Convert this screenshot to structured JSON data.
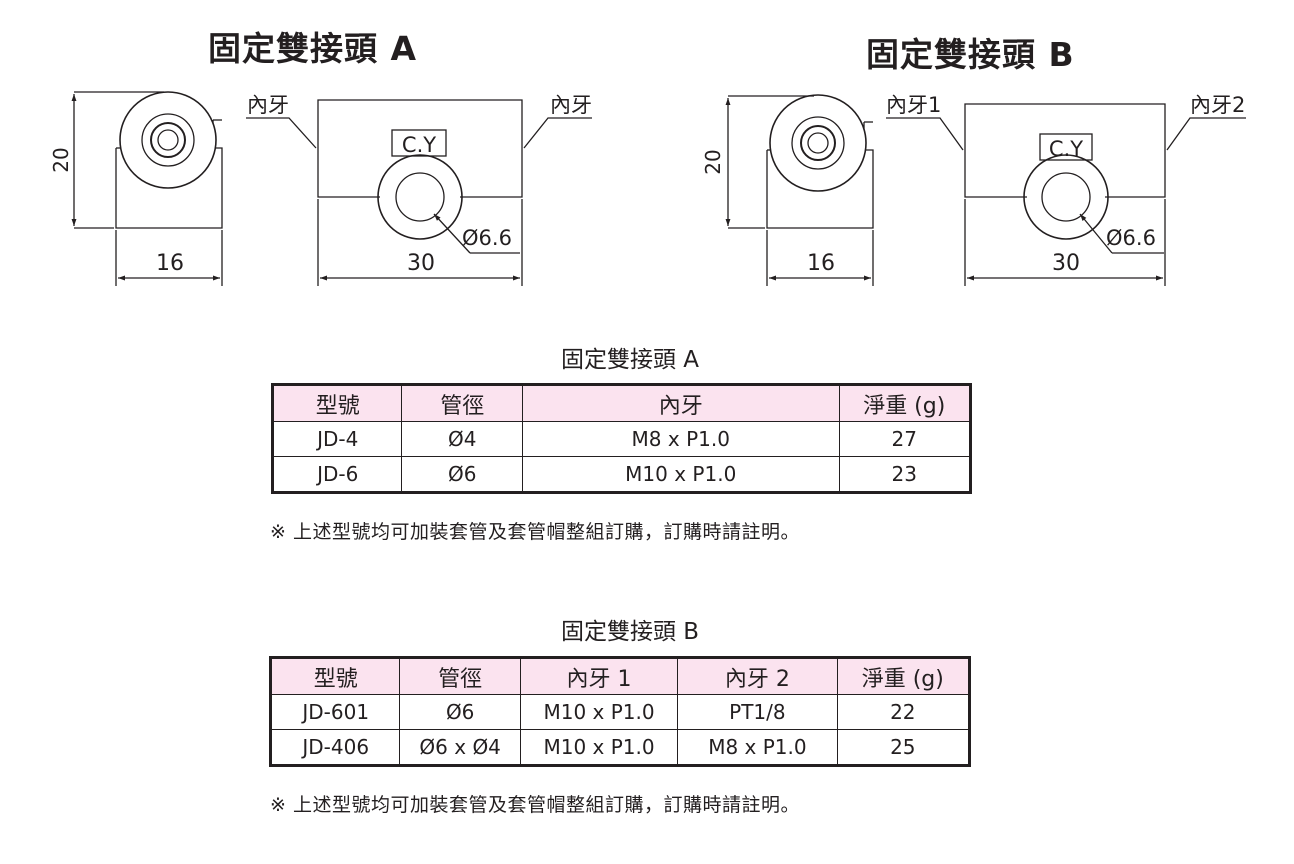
{
  "drawings": [
    {
      "title": "固定雙接頭 A",
      "height_dim": "20",
      "side_width_dim": "16",
      "front_width_dim": "30",
      "thread_left": "內牙",
      "thread_right": "內牙",
      "marking": "C.Y",
      "hole_dim": "Ø6.6"
    },
    {
      "title": "固定雙接頭 B",
      "height_dim": "20",
      "side_width_dim": "16",
      "front_width_dim": "30",
      "thread_left": "內牙1",
      "thread_right": "內牙2",
      "marking": "C.Y",
      "hole_dim": "Ø6.6"
    }
  ],
  "table_a": {
    "title": "固定雙接頭 A",
    "headers": [
      "型號",
      "管徑",
      "內牙",
      "淨重 (g)"
    ],
    "rows": [
      [
        "JD-4",
        "Ø4",
        "M8 x P1.0",
        "27"
      ],
      [
        "JD-6",
        "Ø6",
        "M10 x P1.0",
        "23"
      ]
    ],
    "note": "※ 上述型號均可加裝套管及套管帽整組訂購，訂購時請註明。"
  },
  "table_b": {
    "title": "固定雙接頭 B",
    "headers": [
      "型號",
      "管徑",
      "內牙 1",
      "內牙 2",
      "淨重 (g)"
    ],
    "rows": [
      [
        "JD-601",
        "Ø6",
        "M10 x P1.0",
        "PT1/8",
        "22"
      ],
      [
        "JD-406",
        "Ø6 x Ø4",
        "M10 x P1.0",
        "M8 x P1.0",
        "25"
      ]
    ],
    "note": "※ 上述型號均可加裝套管及套管帽整組訂購，訂購時請註明。"
  },
  "colors": {
    "line": "#231f20",
    "header_fill": "#fbe3ef"
  }
}
